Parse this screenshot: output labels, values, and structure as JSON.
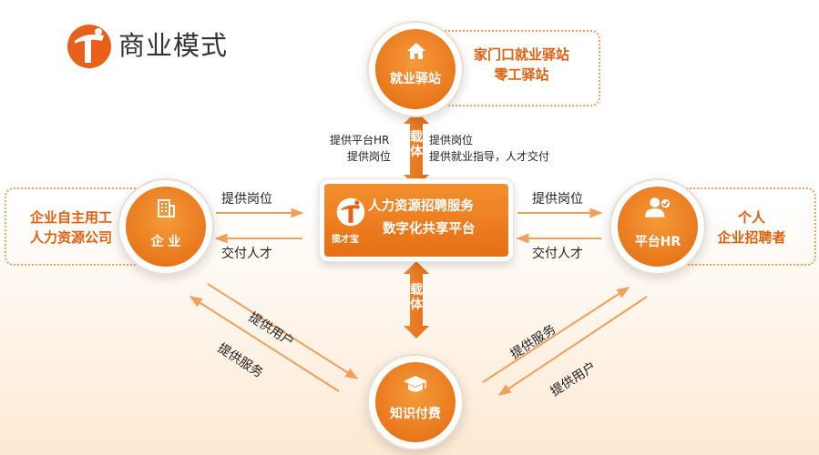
{
  "title": "商业模式",
  "center": {
    "line1": "人力资源招聘服务",
    "line2": "数字化共享平台",
    "brand": "揽才宝"
  },
  "nodes": {
    "top": {
      "label": "就业驿站",
      "icon": "house-icon"
    },
    "left": {
      "label": "企  业",
      "icon": "building-icon"
    },
    "right": {
      "label": "平台HR",
      "icon": "person-check-icon"
    },
    "bottom": {
      "label": "知识付费",
      "icon": "graduation-cap-icon"
    }
  },
  "side_boxes": {
    "top": [
      "家门口就业驿站",
      "零工驿站"
    ],
    "left": [
      "企业自主用工",
      "人力资源公司"
    ],
    "right": [
      "个人",
      "企业招聘者"
    ]
  },
  "links": {
    "top_vertical": "载体",
    "bottom_vertical": "载体",
    "top_left_1": "提供平台HR",
    "top_left_2": "提供岗位",
    "top_right_1": "提供岗位",
    "top_right_2": "提供就业指导，人才交付",
    "left_upper": "提供岗位",
    "left_lower": "交付人才",
    "right_upper": "提供岗位",
    "right_lower": "交付人才",
    "bl_upper": "提供用户",
    "bl_lower": "提供服务",
    "br_upper": "提供服务",
    "br_lower": "提供用户"
  },
  "colors": {
    "accent": "#e9781c",
    "accent_text": "#e0600e",
    "arrow": "#f0a05a"
  }
}
